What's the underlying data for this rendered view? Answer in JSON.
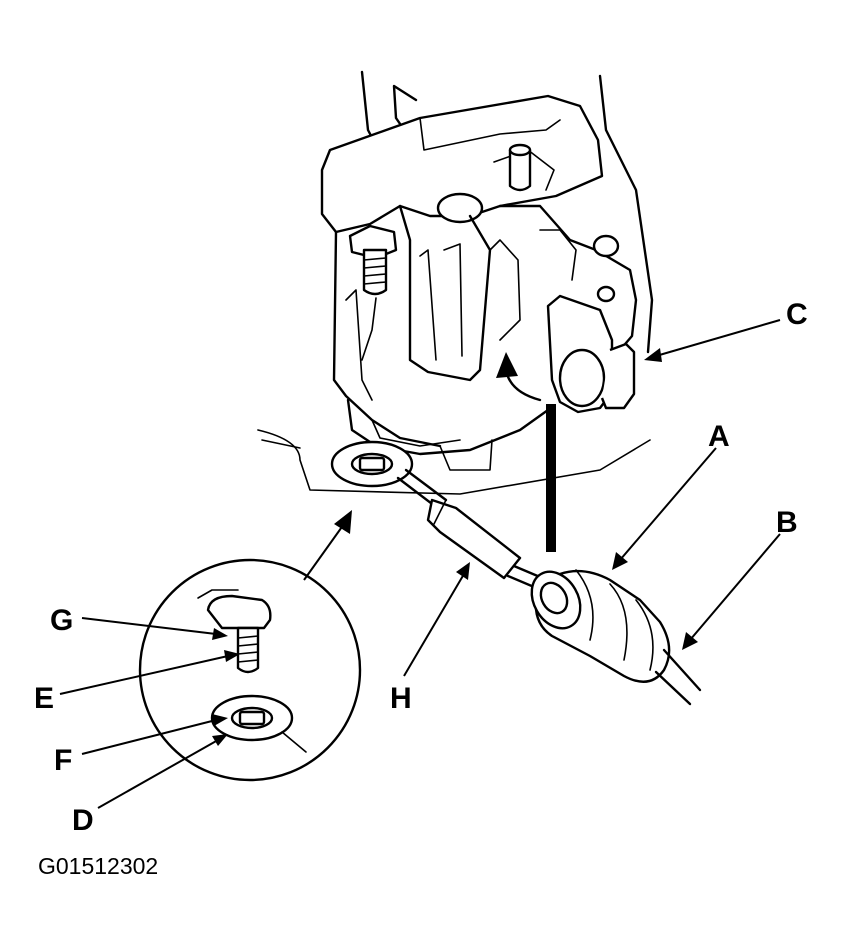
{
  "figure_id": "G01512302",
  "callouts": {
    "A": "A",
    "B": "B",
    "C": "C",
    "D": "D",
    "E": "E",
    "F": "F",
    "G": "G",
    "H": "H"
  },
  "icons": {
    "assembly": "door-latch-assembly-icon",
    "cable": "cable-icon",
    "detail": "detail-magnifier-icon"
  }
}
